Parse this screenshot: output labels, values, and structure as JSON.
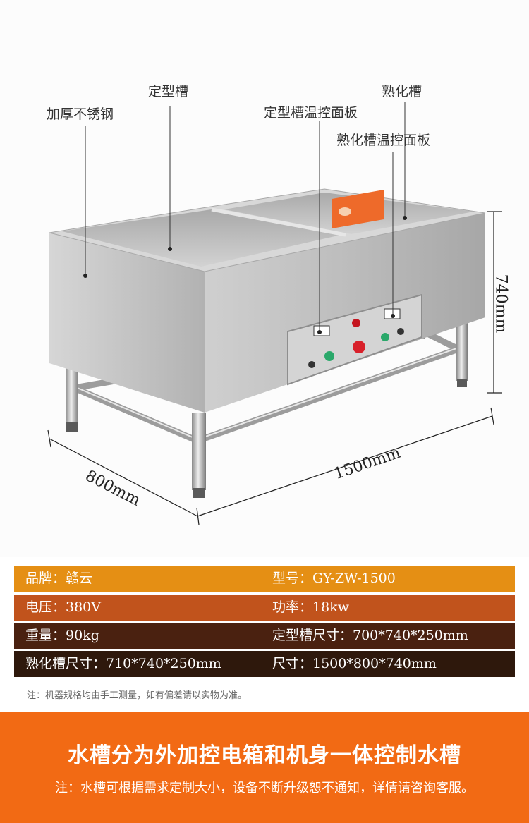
{
  "labels": {
    "thick_steel": "加厚不锈钢",
    "shaping_tank": "定型槽",
    "shaping_panel": "定型槽温控面板",
    "curing_tank": "熟化槽",
    "curing_panel": "熟化槽温控面板"
  },
  "dimensions": {
    "height": "740mm",
    "length": "1500mm",
    "depth": "800mm"
  },
  "specs": [
    {
      "left": "品牌：赣云",
      "right": "型号：GY-ZW-1500"
    },
    {
      "left": "电压：380V",
      "right": "功率：18kw"
    },
    {
      "left": "重量：90kg",
      "right": "定型槽尺寸：700*740*250mm"
    },
    {
      "left": "熟化槽尺寸：710*740*250mm",
      "right": "尺寸：1500*800*740mm"
    }
  ],
  "footnote": "注：机器规格均由手工测量，如有偏差请以实物为准。",
  "banner": {
    "title": "水槽分为外加控电箱和机身一体控制水槽",
    "note": "注：水槽可根据需求定制大小，设备不断升级恕不通知，详情请咨询客服。"
  },
  "colors": {
    "row1": "#e58f14",
    "row2": "#c1531c",
    "row3": "#4a2110",
    "row4": "#2e180c",
    "banner": "#f26a14"
  }
}
